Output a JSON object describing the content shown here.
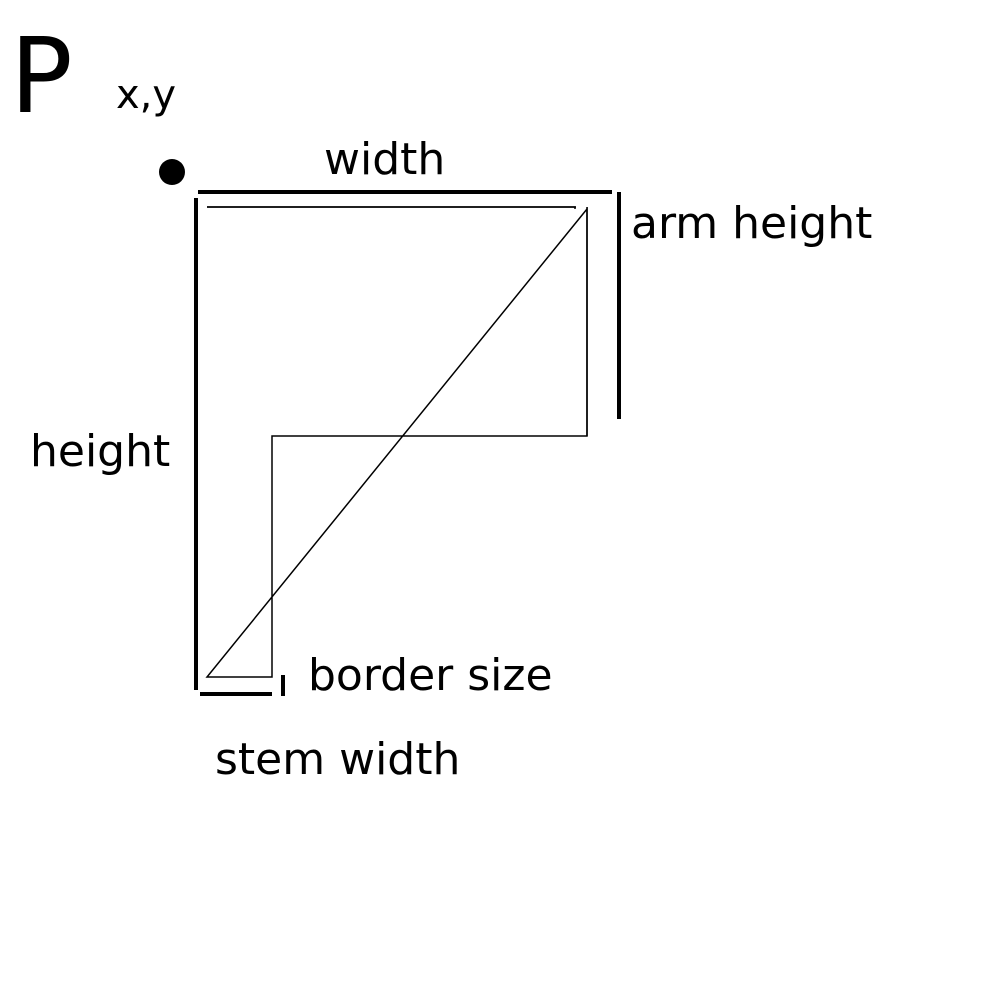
{
  "diagram": {
    "title": "P",
    "origin_label": "x,y",
    "labels": {
      "width": "width",
      "arm_height": "arm height",
      "height": "height",
      "border_size": "border size",
      "stem_width": "stem width"
    },
    "colors": {
      "ink": "#000000",
      "background": "#ffffff"
    }
  }
}
